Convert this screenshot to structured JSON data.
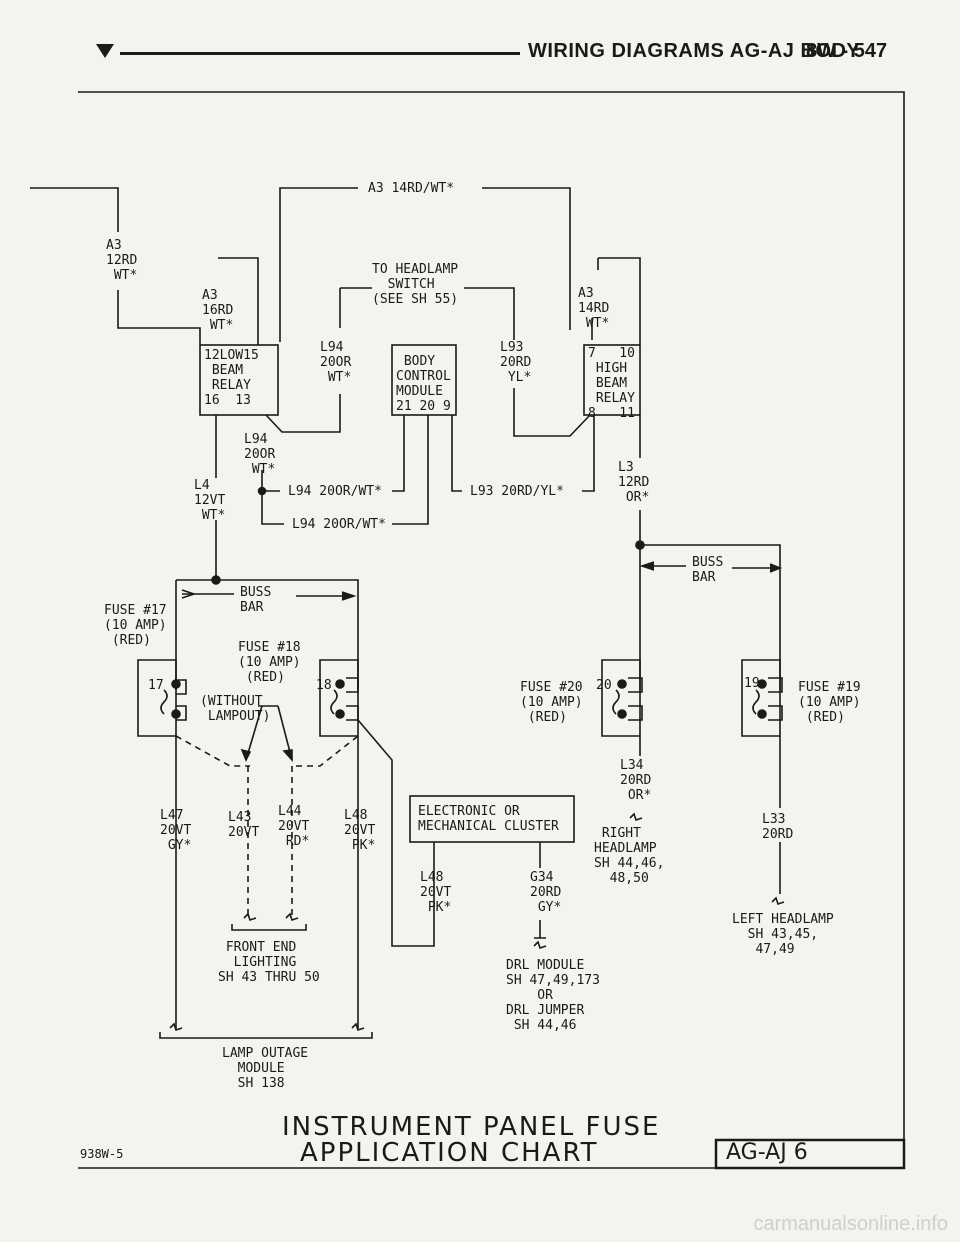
{
  "header": {
    "title": "WIRING DIAGRAMS AG-AJ BODY",
    "page": "8W - 547"
  },
  "diagram": {
    "top_wire": "A3 14RD/WT*",
    "a3_left_outer": "A3\n12RD\n WT*",
    "a3_left_inner": "A3\n16RD\n WT*",
    "headlamp_switch": "TO HEADLAMP\n  SWITCH\n(SEE SH 55)",
    "a3_right": "A3\n14RD\n WT*",
    "l94_top": "L94\n20OR\n WT*",
    "l93_top": "L93\n20RD\n YL*",
    "low_relay": "12LOW15\n BEAM\n RELAY\n16  13",
    "body_module": " BODY\nCONTROL\nMODULE\n21 20 9",
    "high_relay": "7   10\n HIGH\n BEAM\n RELAY\n8   11",
    "l94_mid": "L94\n20OR\n WT*",
    "l4": "L4\n12VT\n WT*",
    "l94_wire1": "L94 20OR/WT*",
    "l94_wire2": "L94 20OR/WT*",
    "l93_wire": "L93 20RD/YL*",
    "l3": "L3\n12RD\n OR*",
    "buss_left": "BUSS\nBAR",
    "buss_right": "BUSS\nBAR",
    "fuse17": "FUSE #17\n(10 AMP)\n (RED)",
    "fuse18": "FUSE #18\n(10 AMP)\n (RED)",
    "without_lampout": "(WITHOUT\n LAMPOUT)",
    "fuse20": "FUSE #20\n(10 AMP)\n (RED)",
    "fuse19": "FUSE #19\n(10 AMP)\n (RED)",
    "n17": "17",
    "n18": "18",
    "n20": "20",
    "n19": "19",
    "l47": "L47\n20VT\n GY*",
    "l43": "L43\n20VT",
    "l44": "L44\n20VT\n RD*",
    "l48_left": "L48\n20VT\n PK*",
    "cluster": "ELECTRONIC OR\nMECHANICAL CLUSTER",
    "l34": "L34\n20RD\n OR*",
    "right_headlamp": " RIGHT\nHEADLAMP\nSH 44,46,\n  48,50",
    "l33": "L33\n20RD",
    "l48_mid": "L48\n20VT\n PK*",
    "g34": "G34\n20RD\n GY*",
    "left_headlamp": "LEFT HEADLAMP\n  SH 43,45,\n   47,49",
    "front_end": " FRONT END\n  LIGHTING\nSH 43 THRU 50",
    "drl": "DRL MODULE\nSH 47,49,173\n    OR\nDRL JUMPER\n SH 44,46",
    "lamp_outage": "LAMP OUTAGE\n  MODULE\n  SH 138"
  },
  "footer": {
    "chart_title_1": "INSTRUMENT PANEL FUSE",
    "chart_title_2": "APPLICATION CHART",
    "code": "938W-5",
    "sheet": "AG-AJ  6"
  },
  "watermark": "carmanualsonline.info",
  "colors": {
    "ink": "#1a1a1a",
    "paper": "#f4f3f0"
  }
}
